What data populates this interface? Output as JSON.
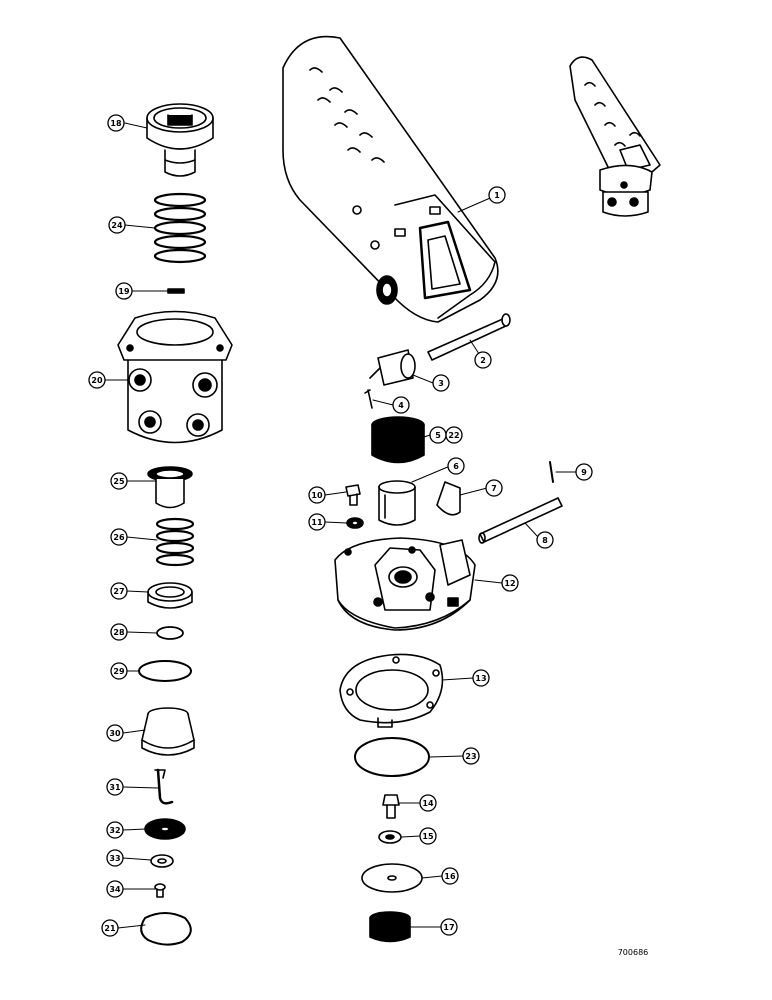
{
  "figure_ref": "700686",
  "callouts": [
    {
      "label": "1"
    },
    {
      "label": "2"
    },
    {
      "label": "3"
    },
    {
      "label": "4"
    },
    {
      "label": "5"
    },
    {
      "label": "22"
    },
    {
      "label": "6"
    },
    {
      "label": "7"
    },
    {
      "label": "8"
    },
    {
      "label": "9"
    },
    {
      "label": "10"
    },
    {
      "label": "11"
    },
    {
      "label": "12"
    },
    {
      "label": "13"
    },
    {
      "label": "23"
    },
    {
      "label": "14"
    },
    {
      "label": "15"
    },
    {
      "label": "16"
    },
    {
      "label": "17"
    },
    {
      "label": "18"
    },
    {
      "label": "24"
    },
    {
      "label": "19"
    },
    {
      "label": "20"
    },
    {
      "label": "25"
    },
    {
      "label": "26"
    },
    {
      "label": "27"
    },
    {
      "label": "28"
    },
    {
      "label": "29"
    },
    {
      "label": "30"
    },
    {
      "label": "31"
    },
    {
      "label": "32"
    },
    {
      "label": "33"
    },
    {
      "label": "34"
    },
    {
      "label": "21"
    }
  ]
}
